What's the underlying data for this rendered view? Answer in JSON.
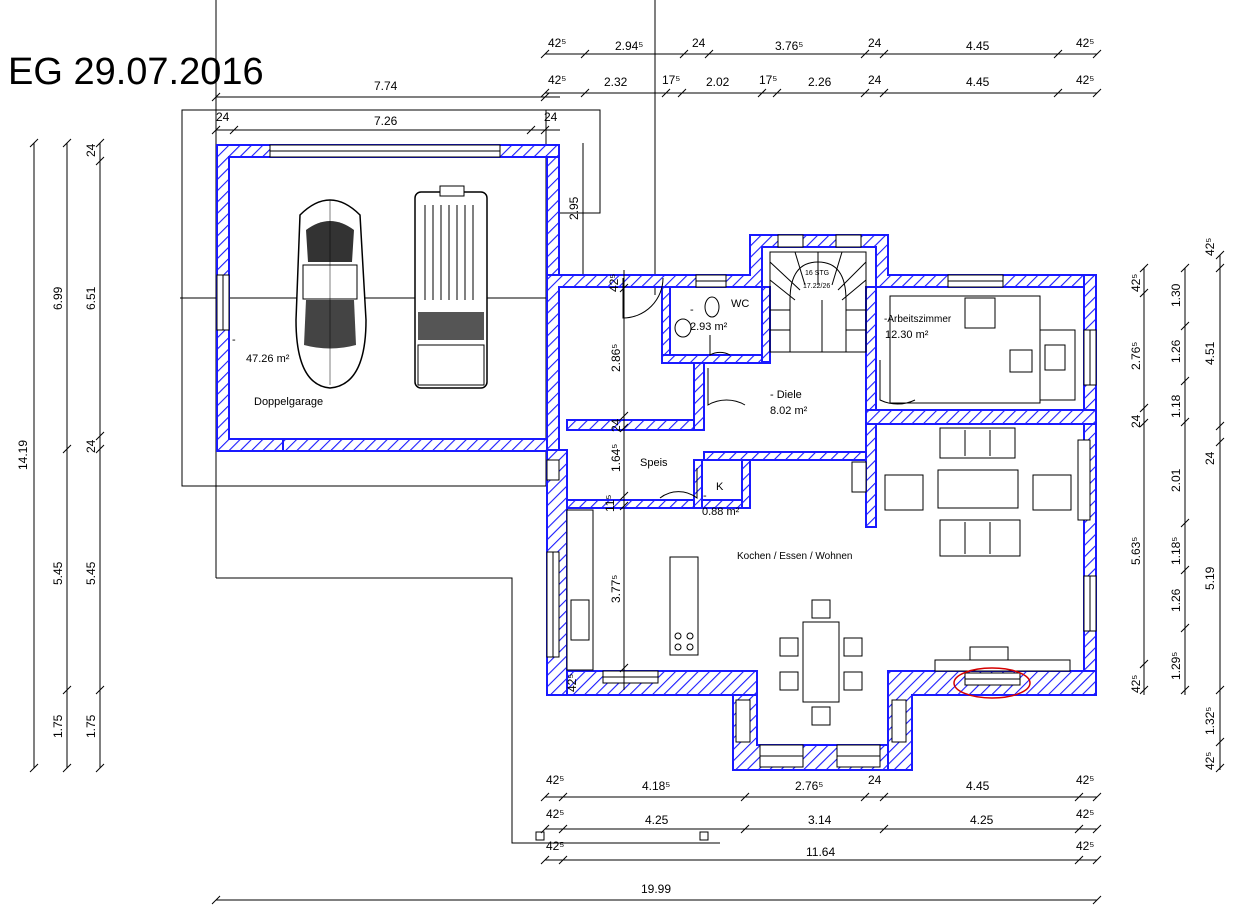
{
  "title": "EG 29.07.2016",
  "rooms": {
    "garage_area": "47.26 m²",
    "garage_name": "Doppelgarage",
    "garage_dash": "-",
    "wc_dash": "-",
    "wc_area": "2.93 m²",
    "wc_name": "WC",
    "diele_name": "- Diele",
    "diele_area": "8.02 m²",
    "arbeit_name": "-Arbeitszimmer",
    "arbeit_area": "12.30 m²",
    "speis_name": "Speis",
    "k_dash": "-",
    "k_name": "K",
    "k_area": "0.88 m²",
    "kochen_name": "Kochen / Essen / Wohnen",
    "stairs_label1": "16 STG",
    "stairs_label2": "17.22/26"
  },
  "dims_top": {
    "row1": [
      "42⁵",
      "2.94⁵",
      "24",
      "3.76⁵",
      "24",
      "4.45",
      "42⁵"
    ],
    "row2": [
      "42⁵",
      "2.32",
      "17⁵",
      "2.02",
      "17⁵",
      "2.26",
      "24",
      "4.45",
      "42⁵"
    ],
    "garage_outer": "7.74",
    "garage_inner": "7.26",
    "garage_wall_l": "24",
    "garage_wall_r": "24",
    "garage_depth": "2.95"
  },
  "dims_bottom": {
    "row1": [
      "42⁵",
      "4.18⁵",
      "2.76⁵",
      "24",
      "4.45",
      "42⁵"
    ],
    "row2": [
      "42⁵",
      "4.25",
      "3.14",
      "4.25",
      "42⁵"
    ],
    "row3": [
      "42⁵",
      "11.64",
      "42⁵"
    ],
    "total": "19.99"
  },
  "dims_left": {
    "outer": "14.19",
    "col2": [
      "6.99",
      "5.45",
      "1.75"
    ],
    "col3": [
      "24",
      "6.51",
      "24",
      "5.45",
      "1.75"
    ]
  },
  "dims_right": {
    "col1": [
      "42⁵",
      "2.76⁵",
      "24",
      "5.63⁵",
      "42⁵"
    ],
    "col2": [
      "1.30",
      "1.26",
      "1.18",
      "2.01",
      "1.18⁵",
      "1.26",
      "1.29⁵"
    ],
    "col3": [
      "42⁵",
      "4.51",
      "24",
      "5.19",
      "1.32⁵",
      "42⁵"
    ]
  },
  "dims_inner": {
    "v1": "2.86⁵",
    "v2": "1.64⁵",
    "v3": "3.77⁵",
    "w1": "24",
    "w2": "11⁵",
    "w3": "42⁵",
    "w4": "42⁵"
  },
  "colors": {
    "wall": "#1a1aff",
    "marker": "#d40000"
  }
}
